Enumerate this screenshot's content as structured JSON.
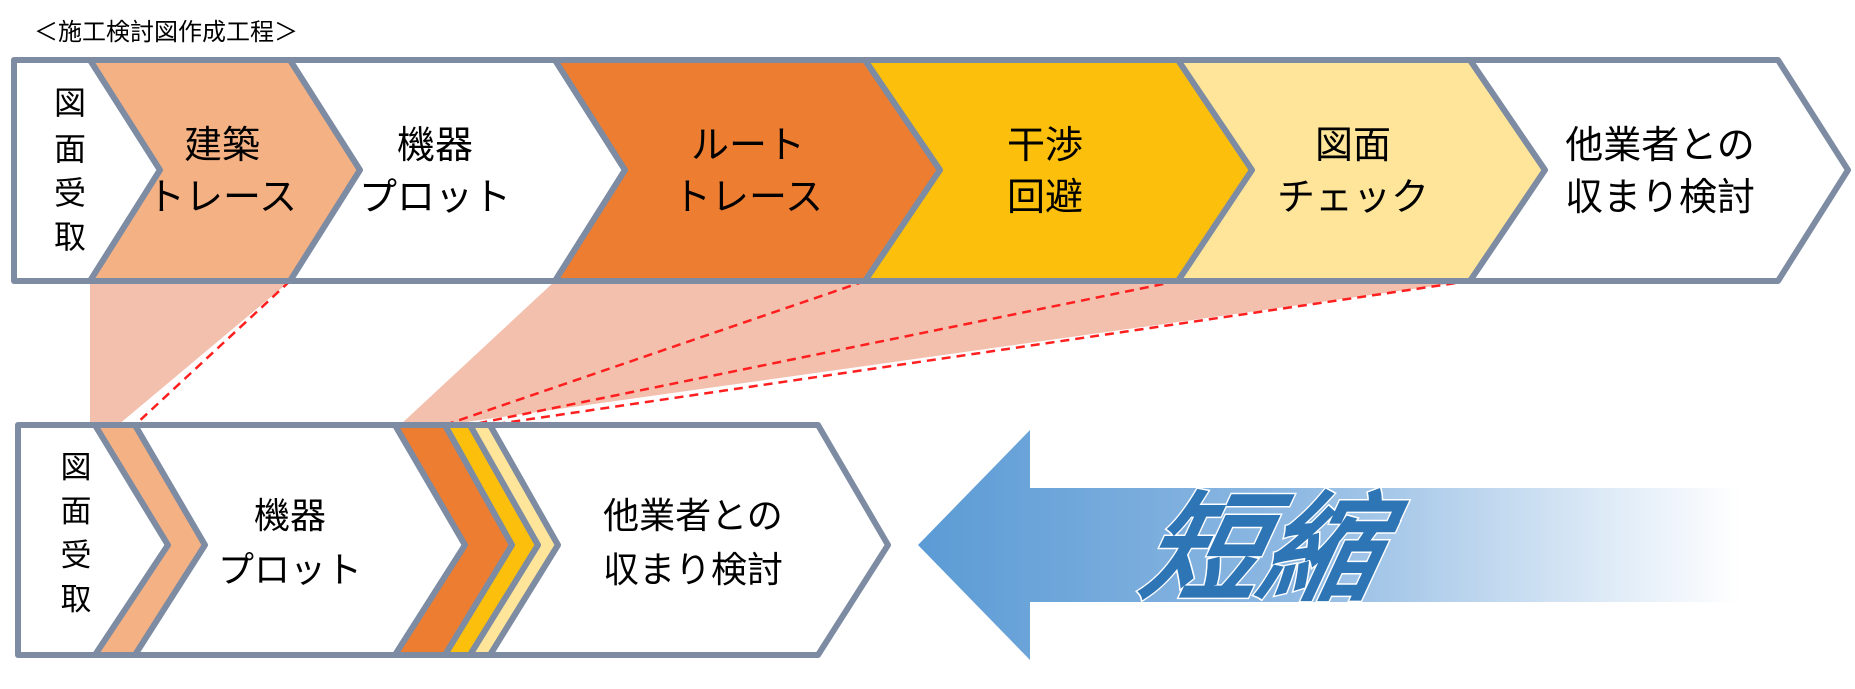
{
  "caption": "＜施工検討図作成工程＞",
  "colors": {
    "outline": "#7d8ba3",
    "beige": "#f4b184",
    "orange": "#ed7d31",
    "gold": "#fcc00c",
    "cream": "#fee599",
    "white": "#ffffff",
    "band": "#f4c0ae",
    "dash": "#ff1f1f",
    "arrow": "#5b9bd5",
    "shorten_text": "#2e75b6"
  },
  "current_process": {
    "steps": [
      {
        "id": "receive",
        "lines": [
          "図",
          "面",
          "受",
          "取"
        ],
        "fill": "white"
      },
      {
        "id": "arch",
        "lines": [
          "建築",
          "トレース"
        ],
        "fill": "beige"
      },
      {
        "id": "plot",
        "lines": [
          "機器",
          "プロット"
        ],
        "fill": "white"
      },
      {
        "id": "route",
        "lines": [
          "ルート",
          "トレース"
        ],
        "fill": "orange"
      },
      {
        "id": "clash",
        "lines": [
          "干渉",
          "回避"
        ],
        "fill": "gold"
      },
      {
        "id": "check",
        "lines": [
          "図面",
          "チェック"
        ],
        "fill": "cream"
      },
      {
        "id": "coord",
        "lines": [
          "他業者との",
          "収まり検討"
        ],
        "fill": "white"
      }
    ]
  },
  "shortened_process": {
    "steps": [
      {
        "id": "receive",
        "lines": [
          "図",
          "面",
          "受",
          "取"
        ],
        "fill": "white"
      },
      {
        "id": "arch",
        "lines": [],
        "fill": "beige"
      },
      {
        "id": "plot",
        "lines": [
          "機器",
          "プロット"
        ],
        "fill": "white"
      },
      {
        "id": "route",
        "lines": [],
        "fill": "orange"
      },
      {
        "id": "clash",
        "lines": [],
        "fill": "gold"
      },
      {
        "id": "check",
        "lines": [],
        "fill": "cream"
      },
      {
        "id": "coord",
        "lines": [
          "他業者との",
          "収まり検討"
        ],
        "fill": "white"
      }
    ]
  },
  "shorten_label": "短縮"
}
